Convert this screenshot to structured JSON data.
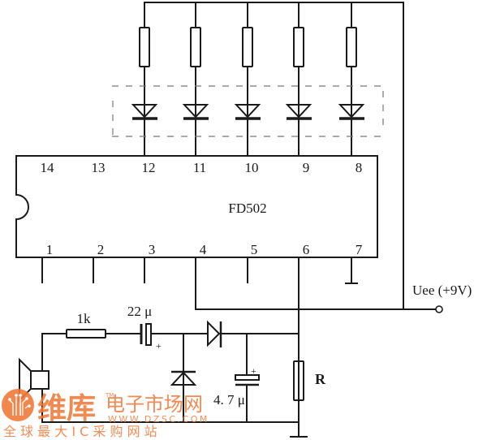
{
  "diagram": {
    "title": "FD502 LED level indicator circuit",
    "ic": {
      "name": "FD502",
      "top_pins": [
        "14",
        "13",
        "12",
        "11",
        "10",
        "9",
        "8"
      ],
      "bottom_pins": [
        "1",
        "2",
        "3",
        "4",
        "5",
        "6",
        "7"
      ]
    },
    "components": {
      "input_resistor": "1k",
      "coupling_capacitor": "22 μ",
      "filter_capacitor": "4. 7 μ",
      "load_resistor": "R",
      "led_count": 5,
      "led_pins": [
        "12",
        "11",
        "10",
        "9",
        "8"
      ]
    },
    "supply": {
      "label": "Uee (+9V)"
    }
  },
  "watermark": {
    "brand": "维库",
    "tm": "TM",
    "tagline_cn": "电子市场网",
    "url": "WWW.DZSC.COM",
    "slogan": "全 球 最 大 I C 采 购 网 站",
    "color": "#f07a3a"
  }
}
